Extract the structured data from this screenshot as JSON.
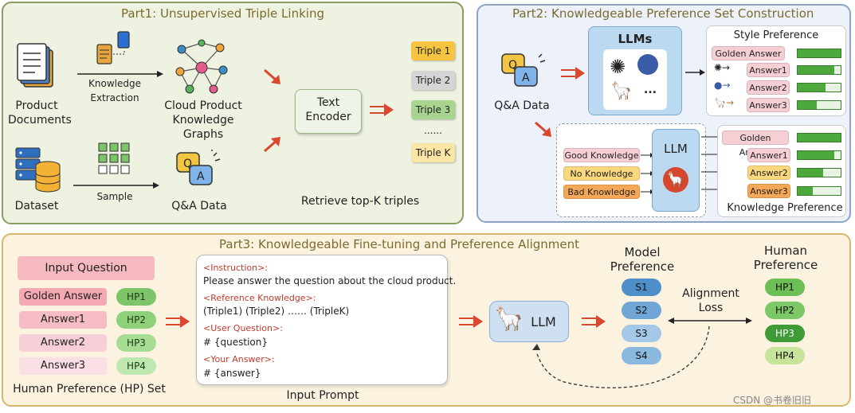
{
  "part1": {
    "title": "Part1: Unsupervised Triple Linking",
    "product_documents": "Product\nDocuments",
    "knowledge_extraction": "Knowledge\nExtraction",
    "cloud_kg": "Cloud Product\nKnowledge Graphs",
    "dataset": "Dataset",
    "sample": "Sample",
    "qa_data": "Q&A Data",
    "text_encoder": "Text\nEncoder",
    "triples": [
      "Triple 1",
      "Triple 2",
      "Triple 3",
      "......",
      "Triple K"
    ],
    "retrieve": "Retrieve top-K triples"
  },
  "part2": {
    "title": "Part2: Knowledgeable Preference Set Construction",
    "qa_data": "Q&A Data",
    "llms": "LLMs",
    "llm": "LLM",
    "ellipsis": "...",
    "style_title": "Style Preference",
    "style_rows": [
      {
        "label": "Golden Answer",
        "level": 1.0
      },
      {
        "label": "Answer1",
        "level": 0.85
      },
      {
        "label": "Answer2",
        "level": 0.65
      },
      {
        "label": "Answer3",
        "level": 0.45
      }
    ],
    "knowledge_inputs": [
      "Good Knowledge",
      "No Knowledge",
      "Bad Knowledge"
    ],
    "knowledge_title": "Knowledge Preference",
    "knowledge_rows": [
      {
        "label": "Golden Answer",
        "level": 1.0
      },
      {
        "label": "Answer1",
        "level": 0.85
      },
      {
        "label": "Answer2",
        "level": 0.6
      },
      {
        "label": "Answer3",
        "level": 0.35
      }
    ]
  },
  "part3": {
    "title": "Part3: Knowledgeable Fine-tuning and  Preference Alignment",
    "input_question": "Input Question",
    "answers": [
      "Golden Answer",
      "Answer1",
      "Answer2",
      "Answer3"
    ],
    "hps": [
      "HP1",
      "HP2",
      "HP3",
      "HP4"
    ],
    "set_label": "Human Preference (HP) Set",
    "prompt": {
      "instruction_tag": "<Instruction>:",
      "instruction": "Please answer the question about the cloud product.",
      "reference_tag": "<Reference Knowledge>:",
      "reference": "(Triple1) (Triple2) …… (TripleK)",
      "user_tag": "<User Question>:",
      "user": "# {question}",
      "answer_tag": "<Your Answer>:",
      "answer": "# {answer}"
    },
    "input_prompt": "Input Prompt",
    "llm": "LLM",
    "model_pref": "Model\nPreference",
    "model_s": [
      "S1",
      "S2",
      "S3",
      "S4"
    ],
    "alignment": "Alignment\nLoss",
    "human_pref": "Human\nPreference",
    "human_hp": [
      "HP1",
      "HP2",
      "HP3",
      "HP4"
    ]
  },
  "watermark": "CSDN @书卷旧旧"
}
